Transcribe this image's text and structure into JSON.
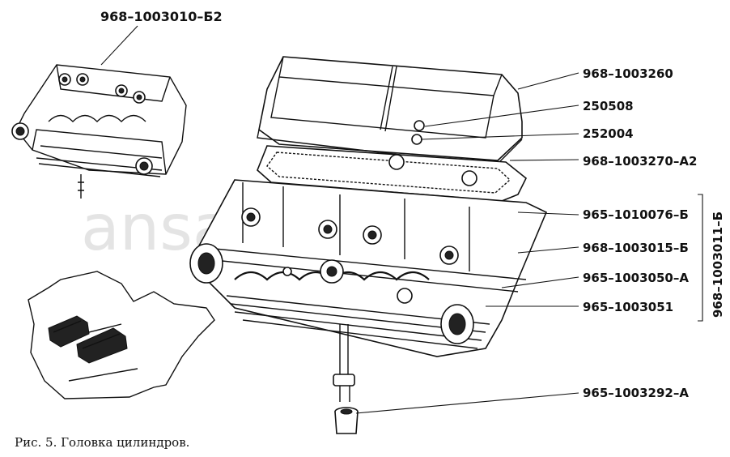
{
  "figure": {
    "caption": "Рис. 5. Головка цилиндров.",
    "watermark": "ansat-parts.ru",
    "assembly_label": "968–1003010–Б2",
    "group_label": "968–100З011–Б",
    "labels": [
      "968–1003260",
      "250508",
      "252004",
      "968–1003270–А2",
      "965–1010076–Б",
      "968–1003015–Б",
      "965–1003050–А",
      "965–100З051",
      "965–1003292–А"
    ]
  },
  "icons": {
    "valve_cover": "valve-cover-icon",
    "gasket": "gasket-icon",
    "cylinder_head": "cylinder-head-icon",
    "engine_location": "engine-location-icon"
  }
}
